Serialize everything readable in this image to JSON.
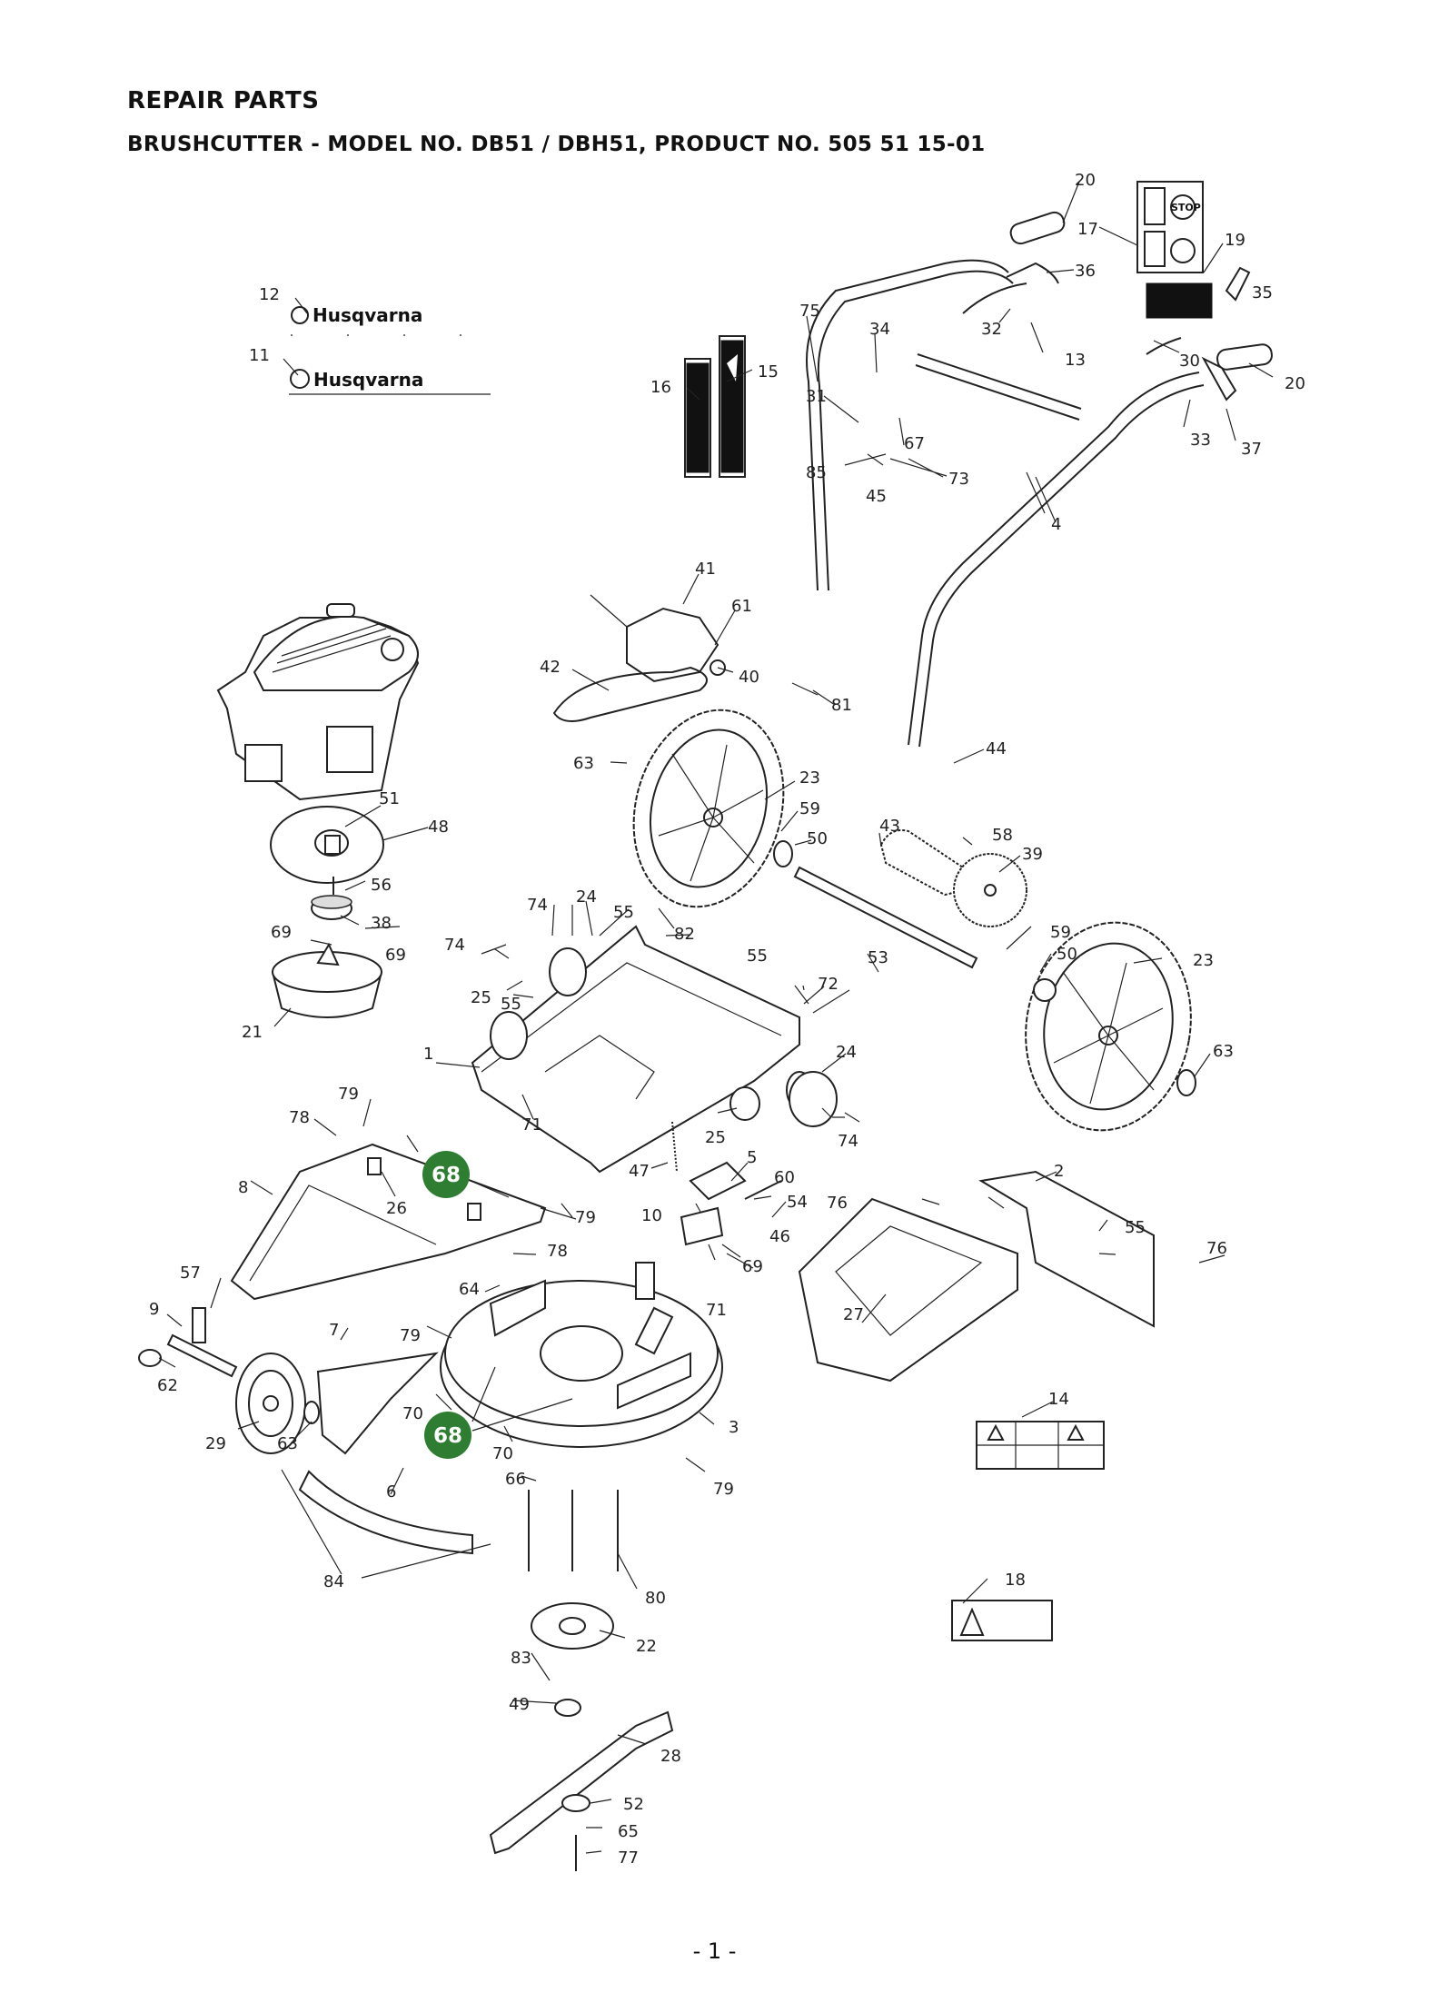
{
  "page": {
    "title": "REPAIR PARTS",
    "subtitle": "BRUSHCUTTER - MODEL NO. DB51 / DBH51, PRODUCT NO. 505 51 15-01",
    "page_number": "- 1 -"
  },
  "decals": {
    "brand_name": "Husqvarna",
    "stop_label": "STOP"
  },
  "highlight": {
    "part": "68",
    "color": "#2e7d32"
  },
  "callouts": [
    {
      "label": "20"
    },
    {
      "label": "17"
    },
    {
      "label": "19"
    },
    {
      "label": "36"
    },
    {
      "label": "35"
    },
    {
      "label": "12"
    },
    {
      "label": "75"
    },
    {
      "label": "34"
    },
    {
      "label": "32"
    },
    {
      "label": "13"
    },
    {
      "label": "30"
    },
    {
      "label": "20"
    },
    {
      "label": "11"
    },
    {
      "label": "15"
    },
    {
      "label": "16"
    },
    {
      "label": "31"
    },
    {
      "label": "33"
    },
    {
      "label": "37"
    },
    {
      "label": "67"
    },
    {
      "label": "85"
    },
    {
      "label": "45"
    },
    {
      "label": "73"
    },
    {
      "label": "4"
    },
    {
      "label": "41"
    },
    {
      "label": "61"
    },
    {
      "label": "42"
    },
    {
      "label": "40"
    },
    {
      "label": "81"
    },
    {
      "label": "44"
    },
    {
      "label": "63"
    },
    {
      "label": "23"
    },
    {
      "label": "51"
    },
    {
      "label": "48"
    },
    {
      "label": "59"
    },
    {
      "label": "50"
    },
    {
      "label": "43"
    },
    {
      "label": "58"
    },
    {
      "label": "39"
    },
    {
      "label": "56"
    },
    {
      "label": "74"
    },
    {
      "label": "24"
    },
    {
      "label": "55"
    },
    {
      "label": "38"
    },
    {
      "label": "82"
    },
    {
      "label": "59"
    },
    {
      "label": "69"
    },
    {
      "label": "69"
    },
    {
      "label": "74"
    },
    {
      "label": "55"
    },
    {
      "label": "53"
    },
    {
      "label": "50"
    },
    {
      "label": "23"
    },
    {
      "label": "25"
    },
    {
      "label": "55"
    },
    {
      "label": "72"
    },
    {
      "label": "21"
    },
    {
      "label": "1"
    },
    {
      "label": "24"
    },
    {
      "label": "63"
    },
    {
      "label": "79"
    },
    {
      "label": "78"
    },
    {
      "label": "71"
    },
    {
      "label": "25"
    },
    {
      "label": "74"
    },
    {
      "label": "5"
    },
    {
      "label": "47"
    },
    {
      "label": "60"
    },
    {
      "label": "2"
    },
    {
      "label": "8"
    },
    {
      "label": "26"
    },
    {
      "label": "79"
    },
    {
      "label": "10"
    },
    {
      "label": "54"
    },
    {
      "label": "76"
    },
    {
      "label": "46"
    },
    {
      "label": "55"
    },
    {
      "label": "78"
    },
    {
      "label": "69"
    },
    {
      "label": "76"
    },
    {
      "label": "57"
    },
    {
      "label": "64"
    },
    {
      "label": "71"
    },
    {
      "label": "9"
    },
    {
      "label": "7"
    },
    {
      "label": "79"
    },
    {
      "label": "27"
    },
    {
      "label": "62"
    },
    {
      "label": "70"
    },
    {
      "label": "3"
    },
    {
      "label": "14"
    },
    {
      "label": "29"
    },
    {
      "label": "63"
    },
    {
      "label": "70"
    },
    {
      "label": "79"
    },
    {
      "label": "66"
    },
    {
      "label": "6"
    },
    {
      "label": "84"
    },
    {
      "label": "80"
    },
    {
      "label": "18"
    },
    {
      "label": "22"
    },
    {
      "label": "83"
    },
    {
      "label": "49"
    },
    {
      "label": "28"
    },
    {
      "label": "52"
    },
    {
      "label": "65"
    },
    {
      "label": "77"
    }
  ]
}
